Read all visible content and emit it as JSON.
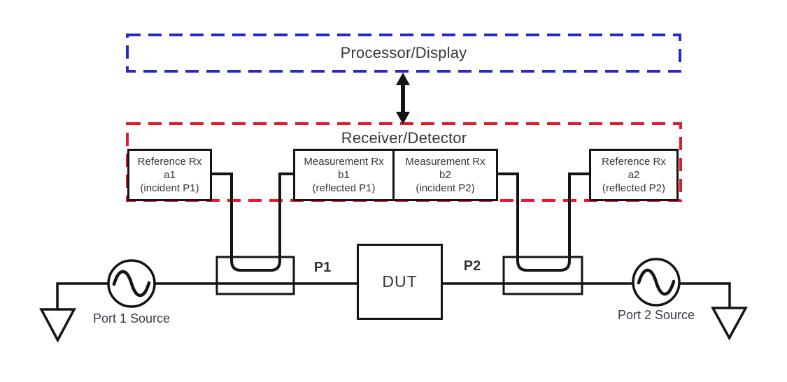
{
  "colors": {
    "blue": "#2428cd",
    "red": "#e41a2b",
    "line": "#141414",
    "text": "#373737"
  },
  "processor": {
    "label": "Processor/Display"
  },
  "receiver": {
    "label": "Receiver/Detector"
  },
  "receivers": [
    {
      "lines": [
        "Reference Rx",
        "a1",
        "(incident P1)"
      ]
    },
    {
      "lines": [
        "Measurement Rx",
        "b1",
        "(reflected P1)"
      ]
    },
    {
      "lines": [
        "Measurement Rx",
        "b2",
        "(incident P2)"
      ]
    },
    {
      "lines": [
        "Reference Rx",
        "a2",
        "(reflected P2)"
      ]
    }
  ],
  "dut": {
    "label": "DUT"
  },
  "ports": {
    "p1": "P1",
    "p2": "P2"
  },
  "sources": {
    "port1": "Port 1 Source",
    "port2": "Port 2 Source"
  }
}
